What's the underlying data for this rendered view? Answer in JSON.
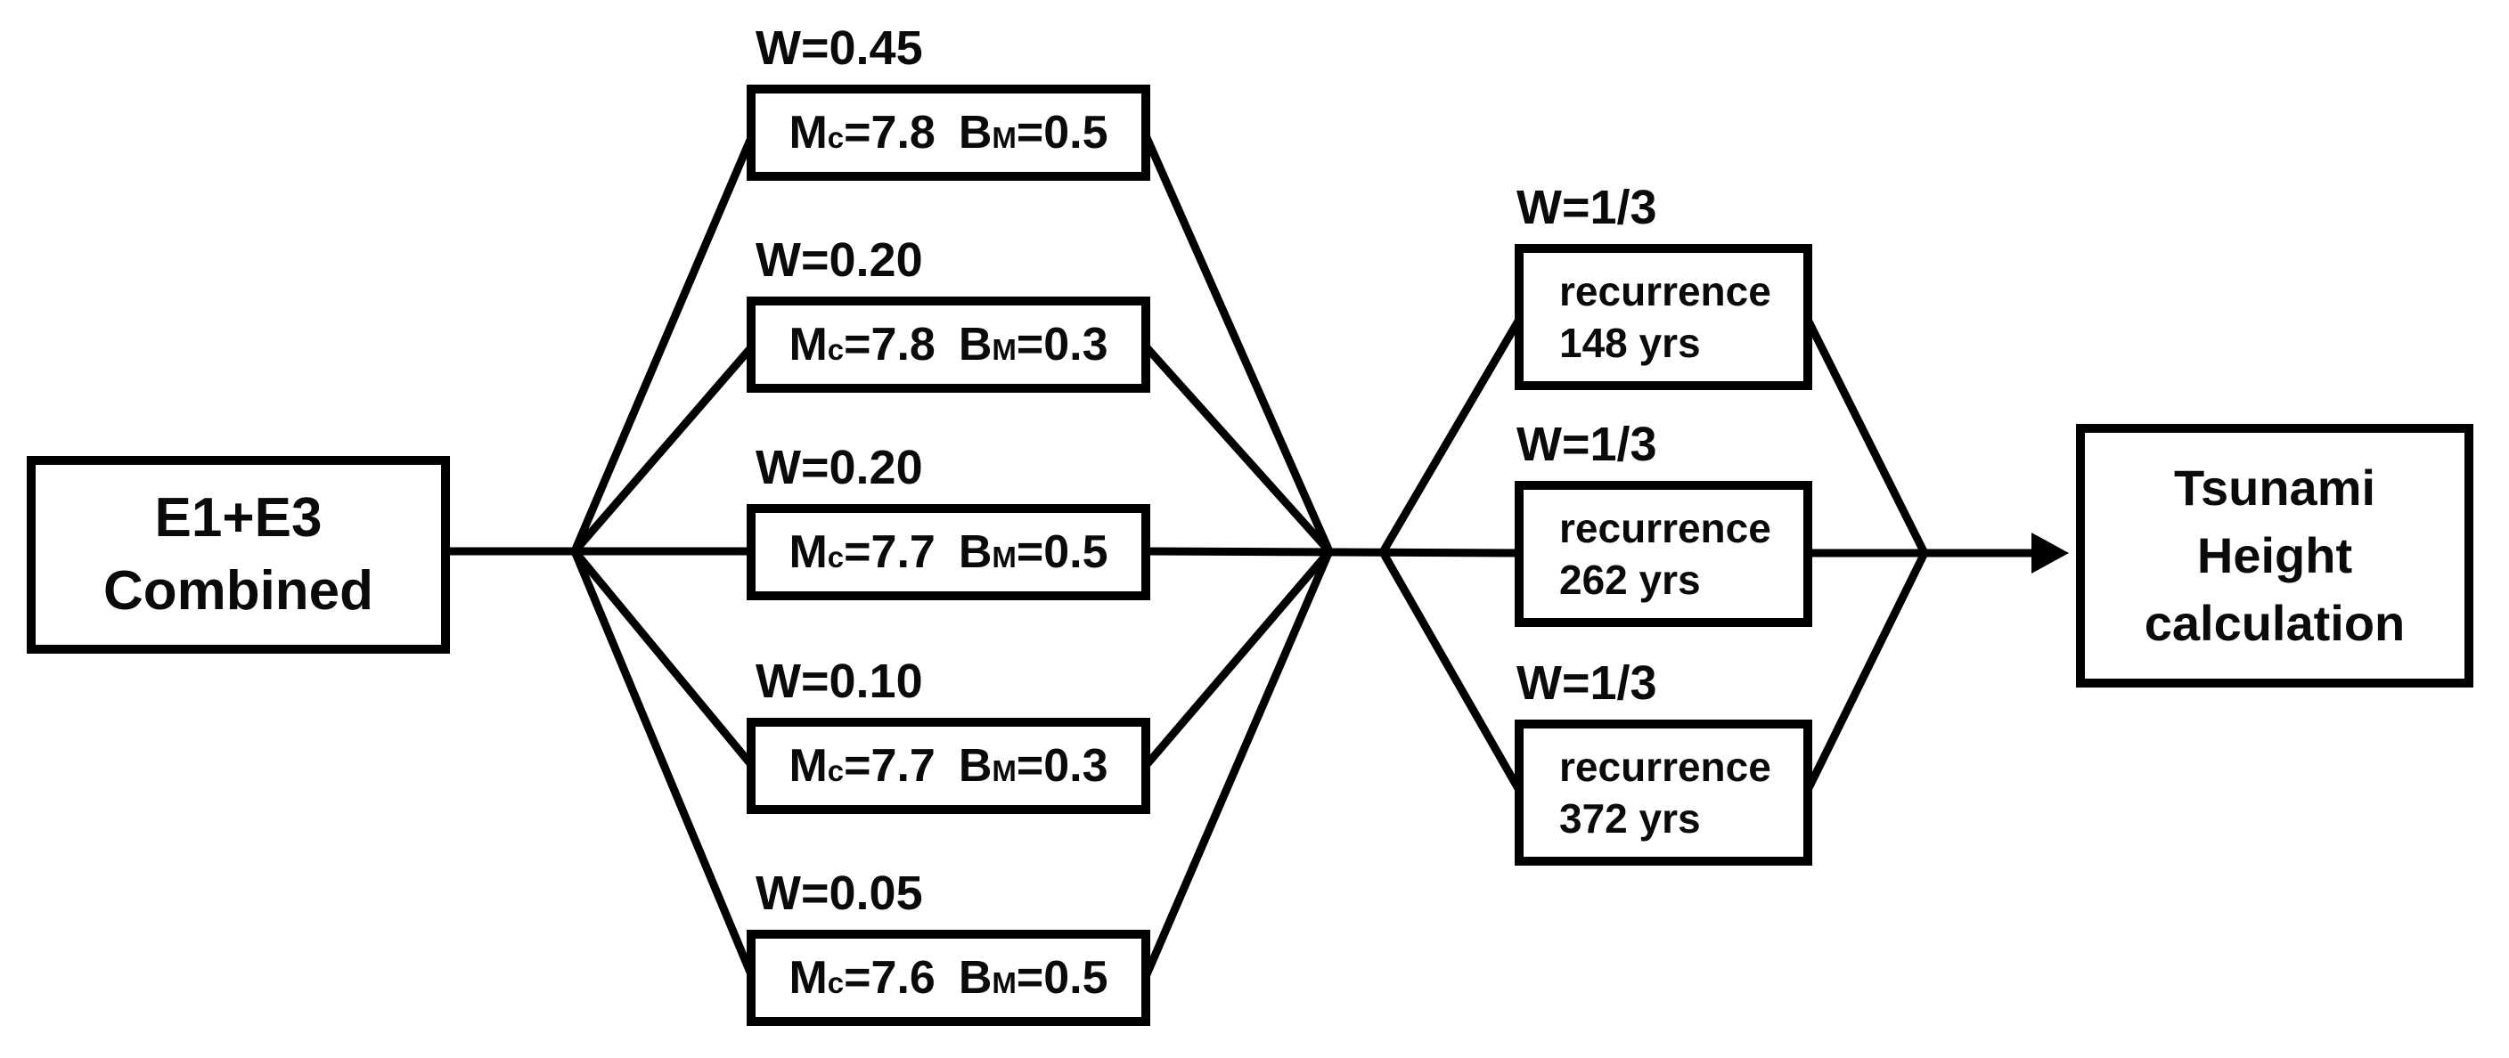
{
  "source": {
    "line1": "E1+E3",
    "line2": "Combined"
  },
  "branches": [
    {
      "w": "W=0.45",
      "m": "M",
      "m_sub": "c",
      "m_val": "=7.8",
      "b": "B",
      "b_sub": "M",
      "b_val": "=0.5"
    },
    {
      "w": "W=0.20",
      "m": "M",
      "m_sub": "c",
      "m_val": "=7.8",
      "b": "B",
      "b_sub": "M",
      "b_val": "=0.3"
    },
    {
      "w": "W=0.20",
      "m": "M",
      "m_sub": "c",
      "m_val": "=7.7",
      "b": "B",
      "b_sub": "M",
      "b_val": "=0.5"
    },
    {
      "w": "W=0.10",
      "m": "M",
      "m_sub": "c",
      "m_val": "=7.7",
      "b": "B",
      "b_sub": "M",
      "b_val": "=0.3"
    },
    {
      "w": "W=0.05",
      "m": "M",
      "m_sub": "c",
      "m_val": "=7.6",
      "b": "B",
      "b_sub": "M",
      "b_val": "=0.5"
    }
  ],
  "recurrences": [
    {
      "w": "W=1/3",
      "line1": "recurrence",
      "line2": "148 yrs"
    },
    {
      "w": "W=1/3",
      "line1": "recurrence",
      "line2": "262 yrs"
    },
    {
      "w": "W=1/3",
      "line1": "recurrence",
      "line2": "372 yrs"
    }
  ],
  "sink": {
    "line1": "Tsunami",
    "line2": "Height",
    "line3": "calculation"
  },
  "colors": {
    "line": "#000000",
    "box_border": "#000000",
    "background": "#ffffff",
    "text": "#0a0a0a"
  }
}
